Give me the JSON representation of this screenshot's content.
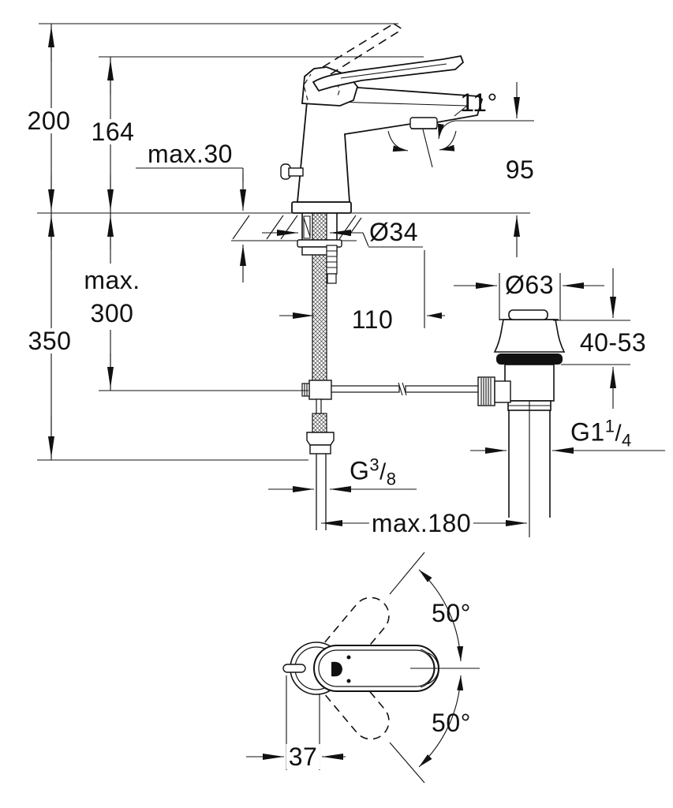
{
  "front_view": {
    "dims": {
      "total_height": "200",
      "spout_tip_height": "164",
      "deck_thickness": "max.30",
      "stream_angle": "11°",
      "spout_outlet_height": "95",
      "deck_hole_diameter": "Ø34",
      "hose_clearance_line1": "max.",
      "hose_clearance_line2": "300",
      "supply_height": "350",
      "spout_reach": "110",
      "waste_flange_diameter": "Ø63",
      "waste_clamping_range": "40-53",
      "waste_thread_prefix": "G1",
      "waste_thread_sup": "1",
      "waste_thread_slash": "/",
      "waste_thread_sub": "4",
      "supply_thread_prefix": "G",
      "supply_thread_sup": "3",
      "supply_thread_slash": "/",
      "supply_thread_sub": "8",
      "rod_reach": "max.180"
    }
  },
  "top_view": {
    "dims": {
      "swing_upper": "50°",
      "swing_lower": "50°",
      "rod_offset": "37"
    }
  },
  "style": {
    "line_color": "#111111",
    "background": "#ffffff"
  }
}
